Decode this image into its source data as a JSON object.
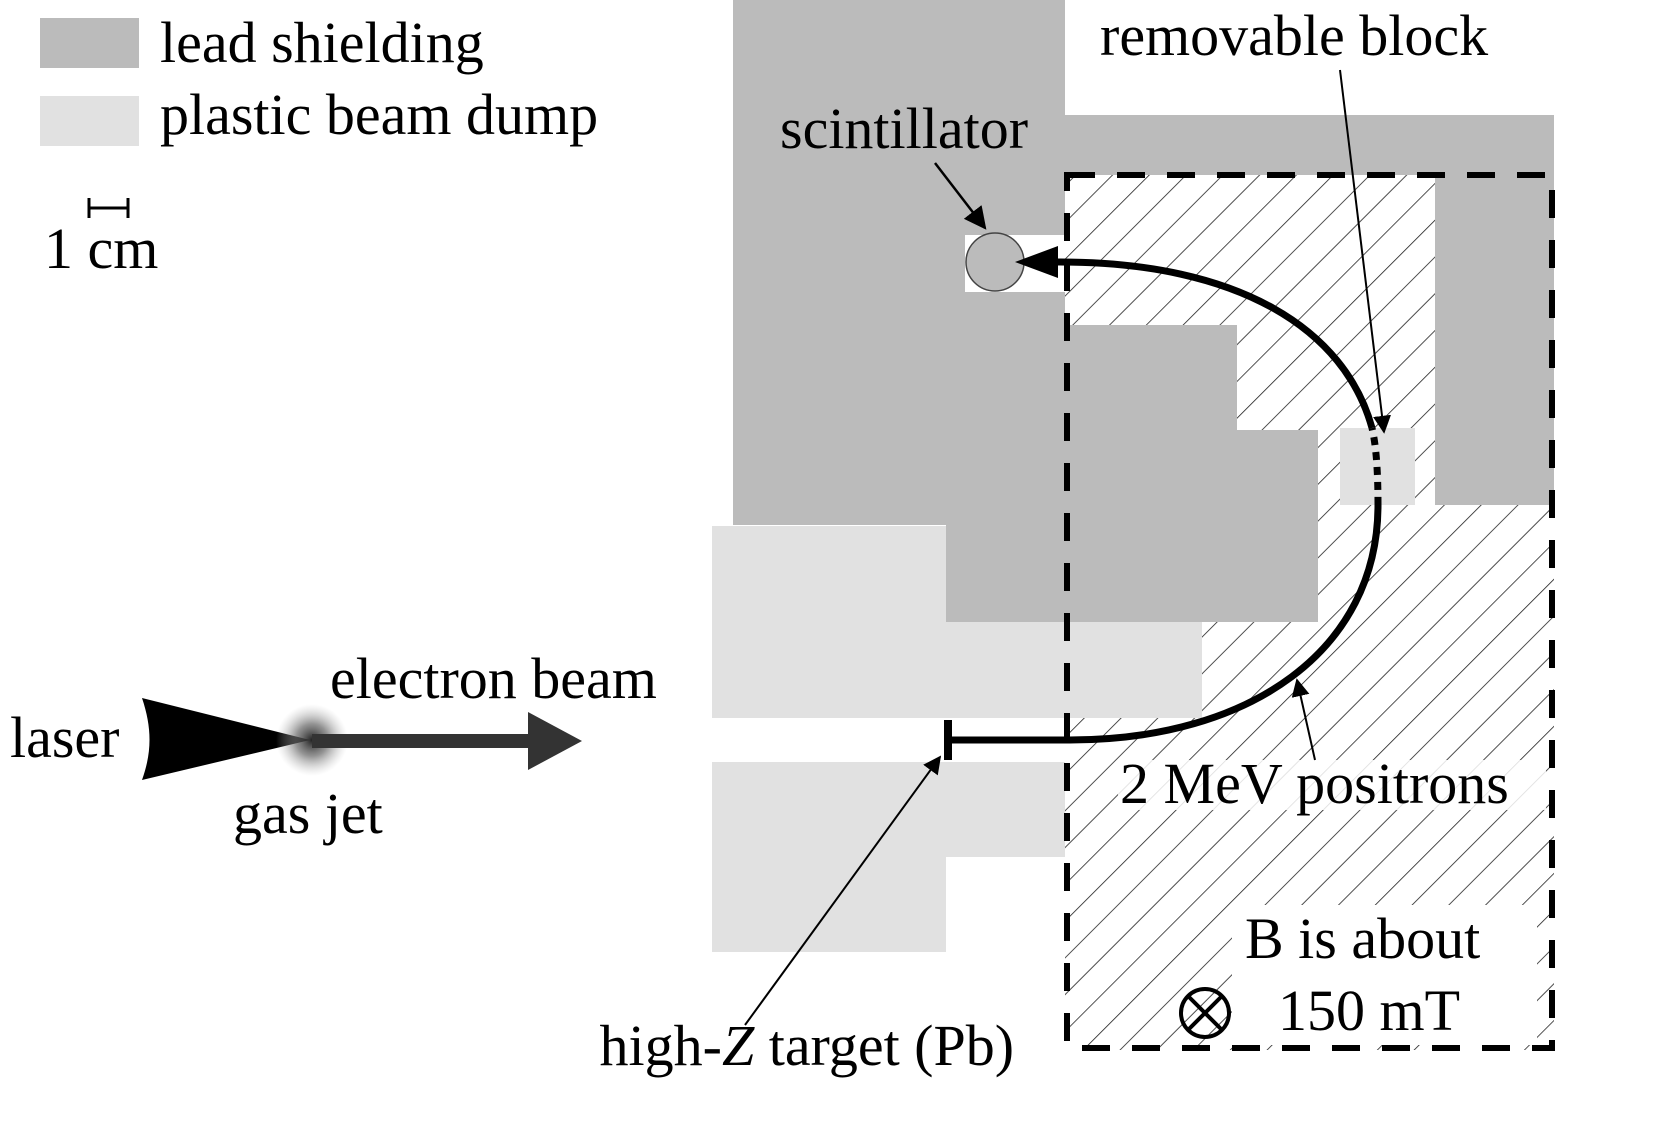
{
  "legend": {
    "items": [
      {
        "label": "lead shielding",
        "color": "#BBBBBB"
      },
      {
        "label": "plastic beam dump",
        "color": "#E1E1E1"
      }
    ]
  },
  "scale_bar": {
    "label": "1 cm"
  },
  "labels": {
    "laser": "laser",
    "electron_beam": "electron beam",
    "gas_jet": "gas jet",
    "scintillator": "scintillator",
    "removable_block": "removable block",
    "positrons": "2 MeV positrons",
    "target_prefix": "high-",
    "target_z": "Z",
    "target_suffix": " target (Pb)",
    "field_line1": "B is about",
    "field_line2": "150 mT"
  },
  "icons": {
    "field_direction": "into-page-cross-circle"
  },
  "colors": {
    "lead": "#BBBBBB",
    "plastic": "#E1E1E1",
    "ink": "#000000",
    "beam": "#333333"
  }
}
